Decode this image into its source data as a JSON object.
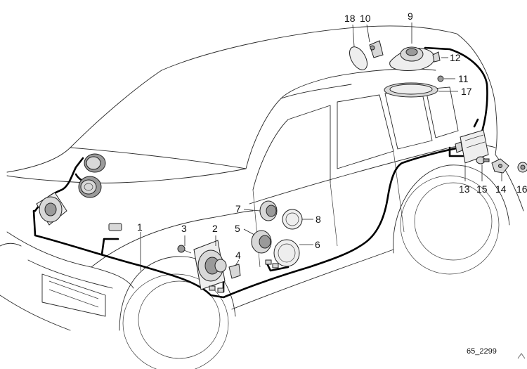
{
  "drawing_code": "65_2299",
  "labels": [
    {
      "id": "1",
      "text": "1"
    },
    {
      "id": "2",
      "text": "2"
    },
    {
      "id": "3",
      "text": "3"
    },
    {
      "id": "4",
      "text": "4"
    },
    {
      "id": "5",
      "text": "5"
    },
    {
      "id": "6",
      "text": "6"
    },
    {
      "id": "7",
      "text": "7"
    },
    {
      "id": "8",
      "text": "8"
    },
    {
      "id": "9",
      "text": "9"
    },
    {
      "id": "10",
      "text": "10"
    },
    {
      "id": "11",
      "text": "11"
    },
    {
      "id": "12",
      "text": "12"
    },
    {
      "id": "13",
      "text": "13"
    },
    {
      "id": "14",
      "text": "14"
    },
    {
      "id": "15",
      "text": "15"
    },
    {
      "id": "16",
      "text": "16"
    },
    {
      "id": "17",
      "text": "17"
    },
    {
      "id": "18",
      "text": "18"
    }
  ],
  "colors": {
    "line": "#2a2a2a",
    "cable": "#000000",
    "part_fill": "#d8d8d8"
  }
}
